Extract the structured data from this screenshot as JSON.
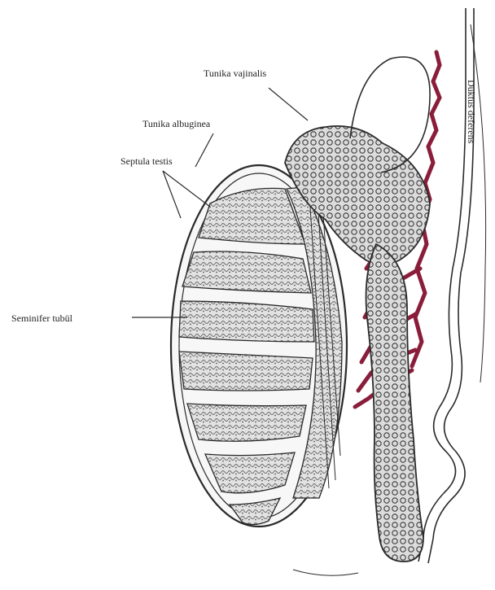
{
  "labels": {
    "tunica_vaginalis": "Tunika vajinalis",
    "tunica_albuginea": "Tunika albuginea",
    "septula_testis": "Septula testis",
    "seminiferous_tubules": "Seminifer tubül",
    "ductus_deferens": "Duktus deferens"
  },
  "colors": {
    "vessel": "#8a1d3a",
    "ink": "#2a2a2a",
    "lobule": "#d4d4d4",
    "background": "#ffffff"
  }
}
